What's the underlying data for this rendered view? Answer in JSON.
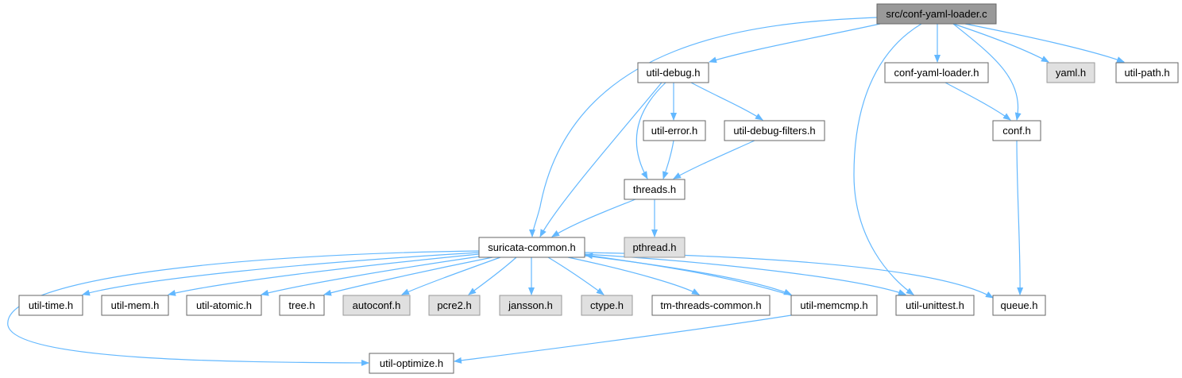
{
  "colors": {
    "edge": "#63b8ff",
    "node_border": "#666666",
    "node_fill": "#ffffff",
    "root_fill": "#999999",
    "external_fill": "#e0e0e0",
    "text": "#000000"
  },
  "nodes": [
    {
      "id": "root",
      "label": "src/conf-yaml-loader.c",
      "kind": "root"
    },
    {
      "id": "util-debug",
      "label": "util-debug.h",
      "kind": "file"
    },
    {
      "id": "conf-yaml-loader",
      "label": "conf-yaml-loader.h",
      "kind": "file"
    },
    {
      "id": "yaml",
      "label": "yaml.h",
      "kind": "external"
    },
    {
      "id": "util-path",
      "label": "util-path.h",
      "kind": "file"
    },
    {
      "id": "util-error",
      "label": "util-error.h",
      "kind": "file"
    },
    {
      "id": "util-debug-filters",
      "label": "util-debug-filters.h",
      "kind": "file"
    },
    {
      "id": "conf",
      "label": "conf.h",
      "kind": "file"
    },
    {
      "id": "threads",
      "label": "threads.h",
      "kind": "file"
    },
    {
      "id": "suricata-common",
      "label": "suricata-common.h",
      "kind": "file"
    },
    {
      "id": "pthread",
      "label": "pthread.h",
      "kind": "external"
    },
    {
      "id": "util-time",
      "label": "util-time.h",
      "kind": "file"
    },
    {
      "id": "util-mem",
      "label": "util-mem.h",
      "kind": "file"
    },
    {
      "id": "util-atomic",
      "label": "util-atomic.h",
      "kind": "file"
    },
    {
      "id": "tree",
      "label": "tree.h",
      "kind": "file"
    },
    {
      "id": "autoconf",
      "label": "autoconf.h",
      "kind": "external"
    },
    {
      "id": "pcre2",
      "label": "pcre2.h",
      "kind": "external"
    },
    {
      "id": "jansson",
      "label": "jansson.h",
      "kind": "external"
    },
    {
      "id": "ctype",
      "label": "ctype.h",
      "kind": "external"
    },
    {
      "id": "tm-threads-common",
      "label": "tm-threads-common.h",
      "kind": "file"
    },
    {
      "id": "util-memcmp",
      "label": "util-memcmp.h",
      "kind": "file"
    },
    {
      "id": "util-unittest",
      "label": "util-unittest.h",
      "kind": "file"
    },
    {
      "id": "queue",
      "label": "queue.h",
      "kind": "file"
    },
    {
      "id": "util-optimize",
      "label": "util-optimize.h",
      "kind": "file"
    }
  ],
  "edges": [
    {
      "from": "root",
      "to": "util-debug"
    },
    {
      "from": "root",
      "to": "suricata-common"
    },
    {
      "from": "root",
      "to": "conf-yaml-loader"
    },
    {
      "from": "root",
      "to": "yaml"
    },
    {
      "from": "root",
      "to": "util-path"
    },
    {
      "from": "root",
      "to": "conf"
    },
    {
      "from": "root",
      "to": "util-unittest"
    },
    {
      "from": "util-debug",
      "to": "util-error"
    },
    {
      "from": "util-debug",
      "to": "util-debug-filters"
    },
    {
      "from": "util-debug",
      "to": "threads"
    },
    {
      "from": "util-debug",
      "to": "suricata-common"
    },
    {
      "from": "util-error",
      "to": "threads"
    },
    {
      "from": "util-debug-filters",
      "to": "threads"
    },
    {
      "from": "threads",
      "to": "suricata-common"
    },
    {
      "from": "threads",
      "to": "pthread"
    },
    {
      "from": "conf-yaml-loader",
      "to": "conf"
    },
    {
      "from": "conf",
      "to": "queue"
    },
    {
      "from": "suricata-common",
      "to": "util-time"
    },
    {
      "from": "suricata-common",
      "to": "util-mem"
    },
    {
      "from": "suricata-common",
      "to": "util-atomic"
    },
    {
      "from": "suricata-common",
      "to": "tree"
    },
    {
      "from": "suricata-common",
      "to": "autoconf"
    },
    {
      "from": "suricata-common",
      "to": "pcre2"
    },
    {
      "from": "suricata-common",
      "to": "jansson"
    },
    {
      "from": "suricata-common",
      "to": "ctype"
    },
    {
      "from": "suricata-common",
      "to": "tm-threads-common"
    },
    {
      "from": "suricata-common",
      "to": "util-memcmp"
    },
    {
      "from": "suricata-common",
      "to": "util-unittest"
    },
    {
      "from": "suricata-common",
      "to": "queue"
    },
    {
      "from": "suricata-common",
      "to": "util-optimize"
    },
    {
      "from": "util-memcmp",
      "to": "suricata-common"
    },
    {
      "from": "util-memcmp",
      "to": "util-optimize"
    }
  ]
}
